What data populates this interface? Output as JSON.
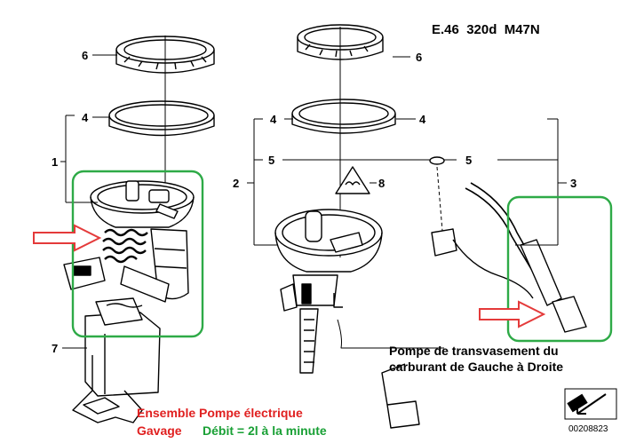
{
  "header": {
    "title": "E.46  320d  M47N"
  },
  "callouts": {
    "c6_left": "6",
    "c4_left": "4",
    "c1": "1",
    "c6_right": "6",
    "c4_mid": "4",
    "c4_right": "4",
    "c2": "2",
    "c5_left": "5",
    "c5_right": "5",
    "c8": "8",
    "c3": "3",
    "c7": "7"
  },
  "annotations": {
    "right_line1": "Pompe de transvasement du",
    "right_line2": "carburant de Gauche à Droite",
    "left_line1": "Ensemble Pompe électrique",
    "left_line2a": "Gavage",
    "left_line2b": "Débit = 2l à la minute"
  },
  "reference": "00208823",
  "colors": {
    "highlight_box": "#2eaa47",
    "arrow": "#e43a3a",
    "label_red": "#e02020",
    "label_green": "#19a035"
  }
}
